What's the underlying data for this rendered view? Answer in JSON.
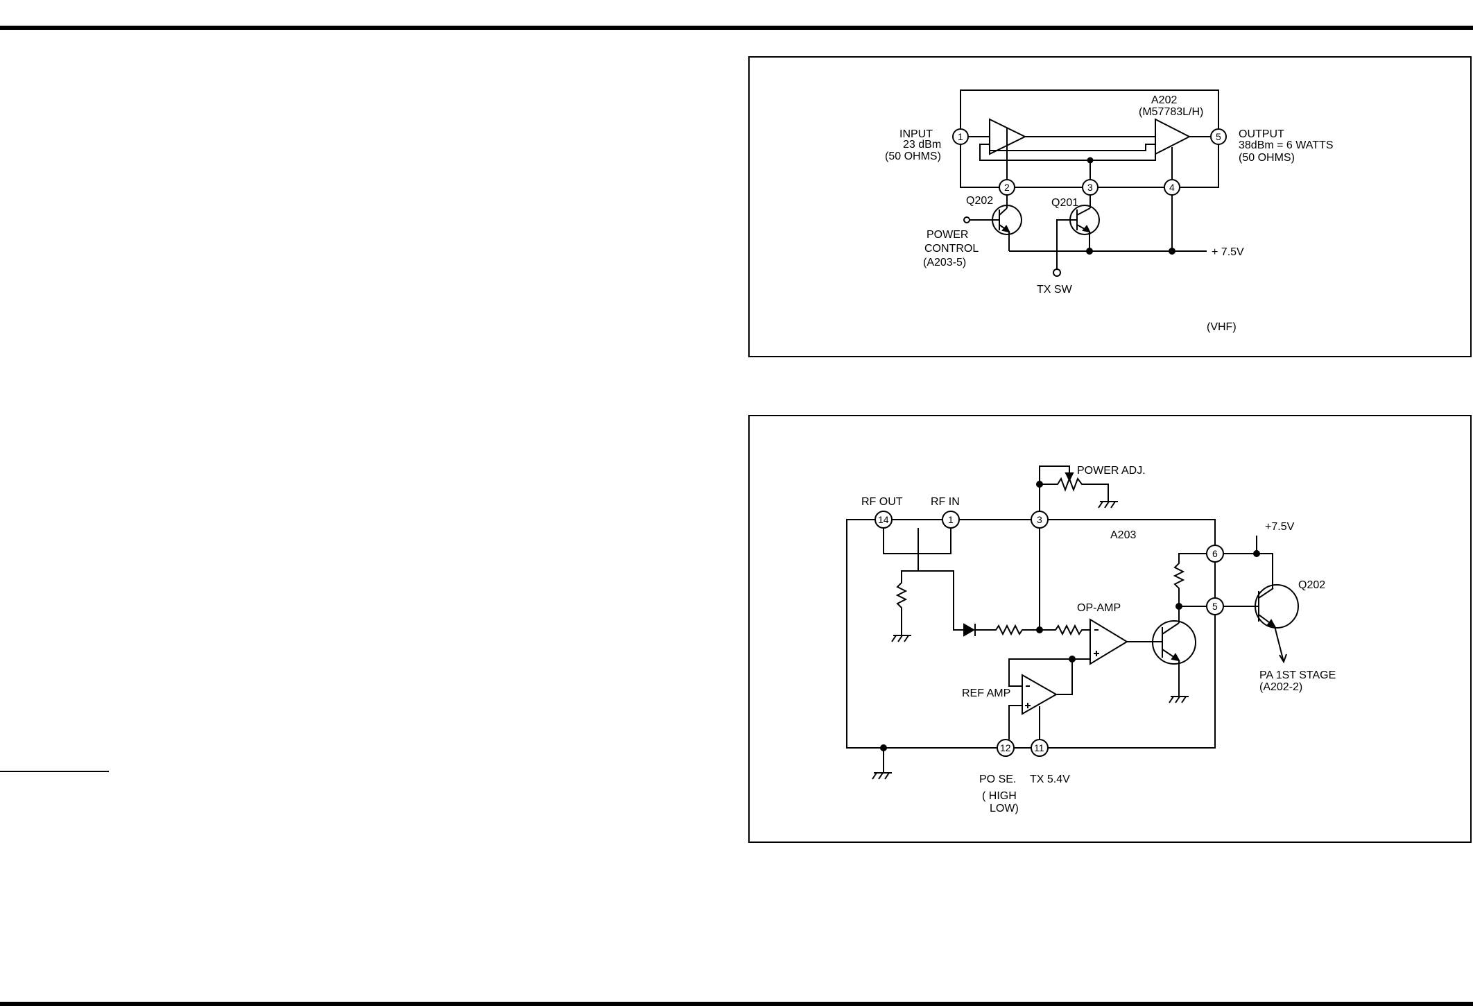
{
  "colors": {
    "ink": "#000000",
    "paper": "#ffffff"
  },
  "figure1": {
    "chip": "A202",
    "part": "(M57783L/H)",
    "input_label": "INPUT",
    "input_level": "23 dBm",
    "input_imp": "(50 OHMS)",
    "output_label": "OUTPUT",
    "output_level": "38dBm = 6 WATTS",
    "output_imp": "(50 OHMS)",
    "pins": [
      "1",
      "2",
      "3",
      "4",
      "5"
    ],
    "q202": "Q202",
    "q201": "Q201",
    "power_l1": "POWER",
    "power_l2": "CONTROL",
    "power_l3": "(A203-5)",
    "tx_sw": "TX SW",
    "supply": "+ 7.5V",
    "band": "(VHF)"
  },
  "figure2": {
    "power_adj": "POWER ADJ.",
    "rf_out": "RF OUT",
    "rf_in": "RF IN",
    "chip": "A203",
    "supply": "+7.5V",
    "q202": "Q202",
    "op_amp": "OP-AMP",
    "ref_amp": "REF AMP",
    "pa_l1": "PA 1ST STAGE",
    "pa_l2": "(A202-2)",
    "po_se": "PO SE.",
    "tx": "TX 5.4V",
    "high": "( HIGH",
    "low": "LOW)",
    "pins": [
      "14",
      "1",
      "3",
      "6",
      "5",
      "12",
      "11"
    ]
  }
}
